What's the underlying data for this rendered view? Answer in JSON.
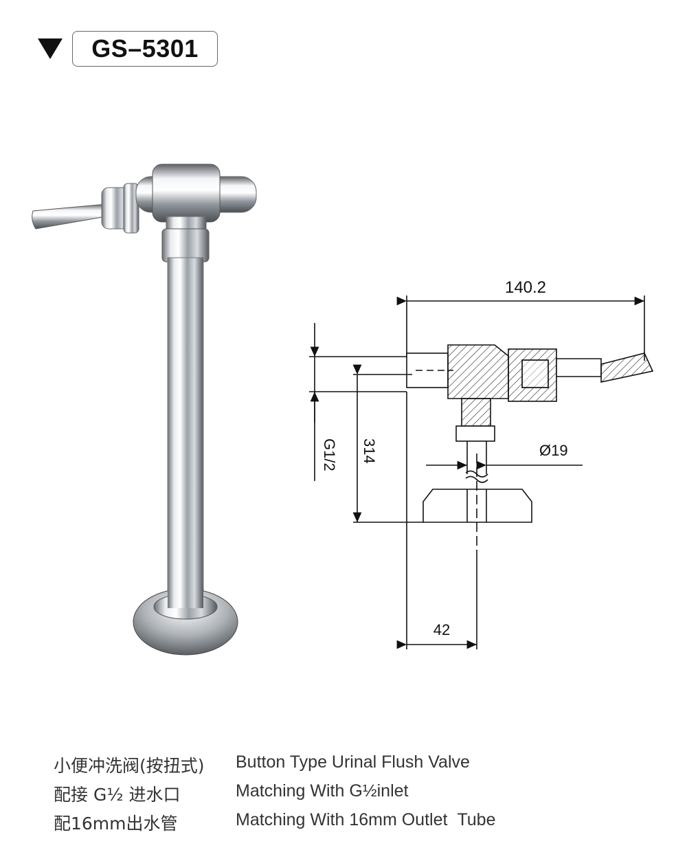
{
  "header": {
    "model": "GS–5301"
  },
  "drawing": {
    "dim_total_width": "140.2",
    "dim_height": "314",
    "dim_thread": "G1/2",
    "dim_diameter": "Ø19",
    "dim_base": "42"
  },
  "specs": [
    {
      "cn": "小便冲洗阀(按扭式)",
      "en": "Button Type Urinal Flush Valve",
      "en_extra": ""
    },
    {
      "cn": "配接 G½ 进水口",
      "en": "Matching With G½inlet",
      "en_extra": ""
    },
    {
      "cn": "配16mm出水管",
      "en": "Matching With 16mm Outlet",
      "en_extra": "Tube"
    }
  ]
}
